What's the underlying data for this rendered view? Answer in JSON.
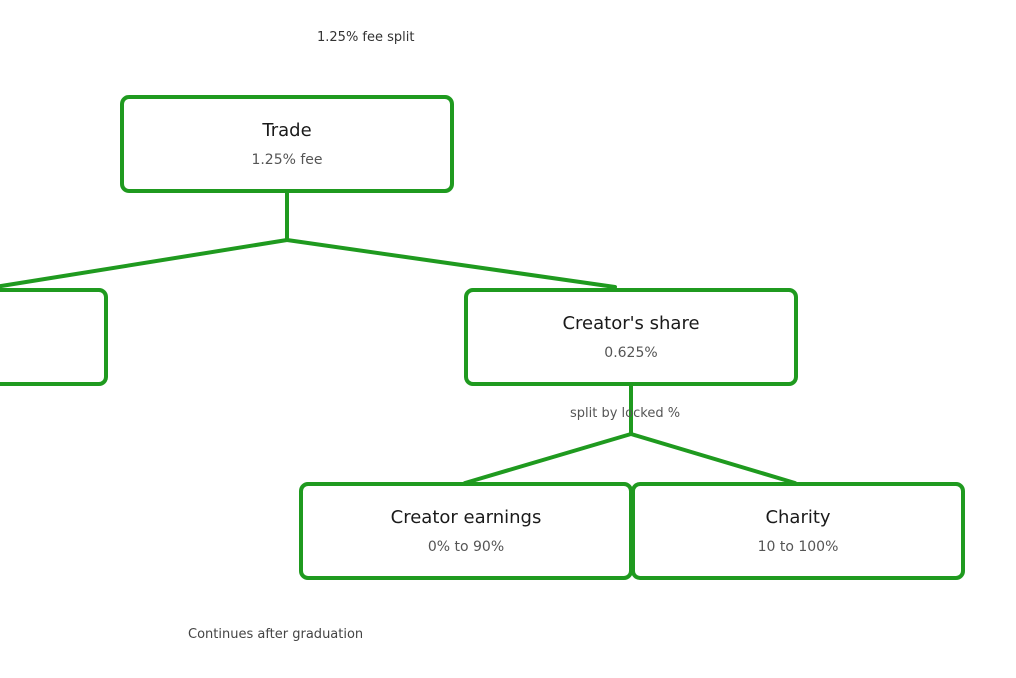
{
  "diagram": {
    "title": "1.25% fee split",
    "footer_note": "Continues after graduation",
    "edge_label_creator_split": "split by locked %",
    "accent_color": "#1f9a1f",
    "nodes": {
      "trade": {
        "title": "Trade",
        "subtitle": "1.25% fee"
      },
      "left_partial": {
        "title": "",
        "subtitle": ""
      },
      "creators_share": {
        "title": "Creator's share",
        "subtitle": "0.625%"
      },
      "creator_earnings": {
        "title": "Creator earnings",
        "subtitle": "0% to 90%"
      },
      "charity": {
        "title": "Charity",
        "subtitle": "10 to 100%"
      }
    }
  }
}
